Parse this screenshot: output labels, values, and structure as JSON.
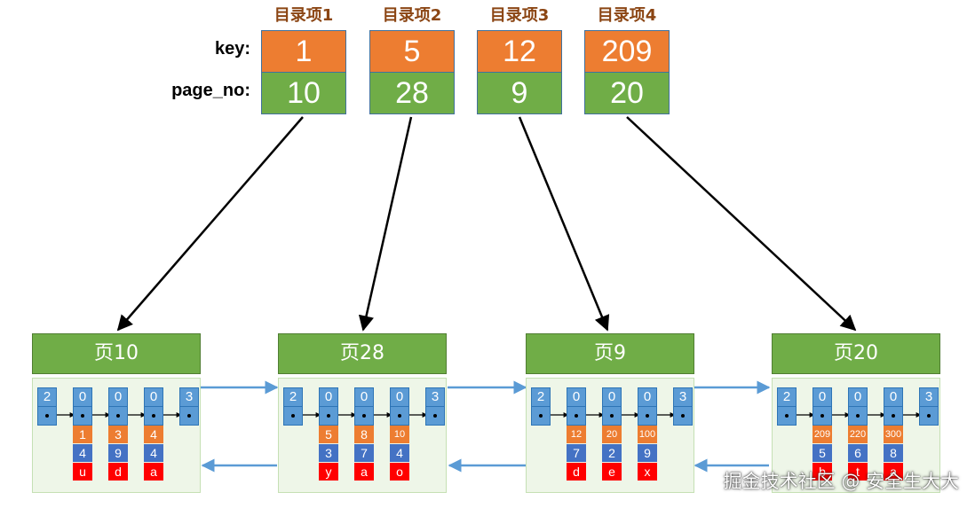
{
  "labels": {
    "key": "key:",
    "page_no": "page_no:"
  },
  "directory": [
    {
      "title": "目录项1",
      "key": "1",
      "page_no": "10"
    },
    {
      "title": "目录项2",
      "key": "5",
      "page_no": "28"
    },
    {
      "title": "目录项3",
      "key": "12",
      "page_no": "9"
    },
    {
      "title": "目录项4",
      "key": "209",
      "page_no": "20"
    }
  ],
  "pages": [
    {
      "title": "页10",
      "slots": [
        "2",
        "0",
        "0",
        "0",
        "3"
      ],
      "records": [
        {
          "key": "1",
          "val": "4",
          "col": "u"
        },
        {
          "key": "3",
          "val": "9",
          "col": "d"
        },
        {
          "key": "4",
          "val": "4",
          "col": "a"
        }
      ]
    },
    {
      "title": "页28",
      "slots": [
        "2",
        "0",
        "0",
        "0",
        "3"
      ],
      "records": [
        {
          "key": "5",
          "val": "3",
          "col": "y"
        },
        {
          "key": "8",
          "val": "7",
          "col": "a"
        },
        {
          "key": "10",
          "val": "4",
          "col": "o"
        }
      ]
    },
    {
      "title": "页9",
      "slots": [
        "2",
        "0",
        "0",
        "0",
        "3"
      ],
      "records": [
        {
          "key": "12",
          "val": "7",
          "col": "d"
        },
        {
          "key": "20",
          "val": "2",
          "col": "e"
        },
        {
          "key": "100",
          "val": "9",
          "col": "x"
        }
      ]
    },
    {
      "title": "页20",
      "slots": [
        "2",
        "0",
        "0",
        "0",
        "3"
      ],
      "records": [
        {
          "key": "209",
          "val": "5",
          "col": "b"
        },
        {
          "key": "220",
          "val": "6",
          "col": "t"
        },
        {
          "key": "300",
          "val": "8",
          "col": "a"
        }
      ]
    }
  ],
  "watermark": "掘金技术社区 @ 安全生大大",
  "colors": {
    "key_fill": "#ed7d31",
    "page_fill": "#70ad47",
    "slot_fill": "#5b9bd5",
    "value_fill": "#4472c4",
    "char_fill": "#ff0000",
    "link_arrow": "#5b9bd5"
  }
}
